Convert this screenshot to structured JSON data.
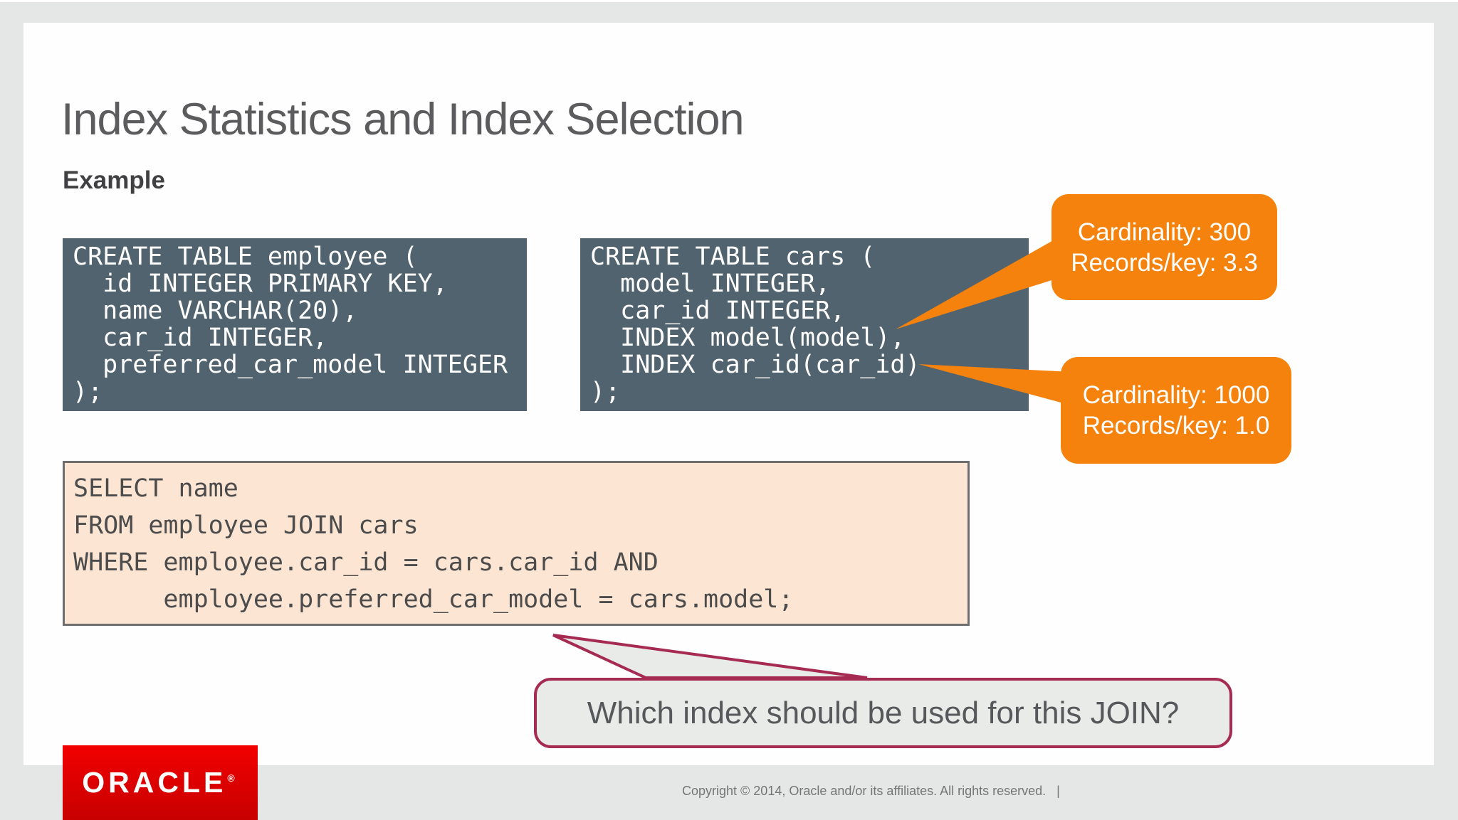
{
  "slide": {
    "title": "Index Statistics and Index Selection",
    "subtitle": "Example"
  },
  "code_blocks": {
    "employee": {
      "lines": [
        "CREATE TABLE employee (",
        "  id INTEGER PRIMARY KEY,",
        "  name VARCHAR(20),",
        "  car_id INTEGER,",
        "  preferred_car_model INTEGER",
        ");"
      ]
    },
    "cars": {
      "lines": [
        "CREATE TABLE cars (",
        "  model INTEGER,",
        "  car_id INTEGER,",
        "  INDEX model(model),",
        "  INDEX car_id(car_id)",
        ");"
      ]
    },
    "query": {
      "lines": [
        "SELECT name",
        "FROM employee JOIN cars",
        "WHERE employee.car_id = cars.car_id AND",
        "      employee.preferred_car_model = cars.model;"
      ]
    }
  },
  "callouts": {
    "model_index": {
      "line1": "Cardinality: 300",
      "line2": "Records/key: 3.3"
    },
    "car_id_index": {
      "line1": "Cardinality: 1000",
      "line2": "Records/key: 1.0"
    }
  },
  "question_bubble": {
    "text": "Which index should be used for this JOIN?"
  },
  "footer": {
    "logo_text": "ORACLE",
    "logo_registered": "®",
    "copyright": "Copyright © 2014, Oracle and/or its affiliates. All rights reserved.   |"
  },
  "colors": {
    "slate_code_bg": "#51636e",
    "callout_orange": "#f5820d",
    "query_peach": "#fce5d3",
    "bubble_maroon": "#a62b52",
    "bubble_gray": "#e9ebe8",
    "oracle_red": "#e00000",
    "page_margin_gray": "#e4e7e5"
  }
}
